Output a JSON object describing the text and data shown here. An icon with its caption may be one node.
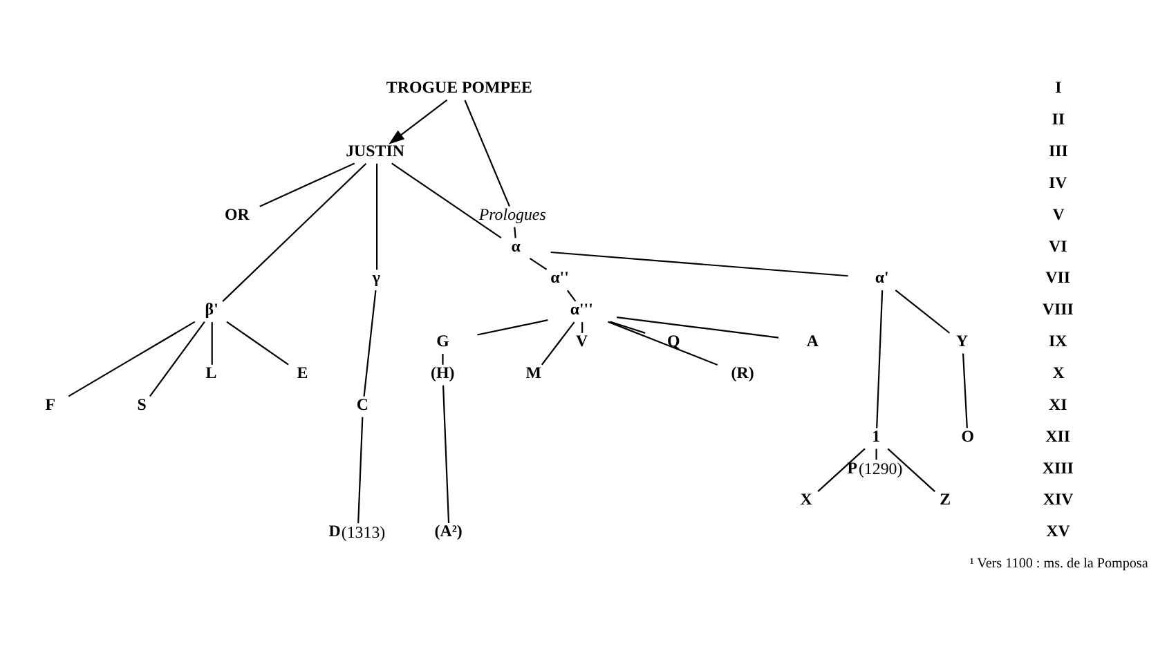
{
  "diagram": {
    "nodes": [
      {
        "text": [
          "TROGUE POMPEE"
        ]
      },
      {
        "text": [
          "JUSTIN"
        ]
      },
      {
        "text": [
          "Prologues"
        ]
      },
      {
        "text": [
          "α"
        ]
      },
      {
        "text": [
          "OR"
        ]
      },
      {
        "text": [
          "α''"
        ]
      },
      {
        "text": [
          "α'"
        ]
      },
      {
        "text": [
          "β'"
        ]
      },
      {
        "text": [
          "γ"
        ]
      },
      {
        "text": [
          "α'''"
        ]
      },
      {
        "text": [
          "A"
        ]
      },
      {
        "text": [
          "G"
        ]
      },
      {
        "text": [
          "M"
        ]
      },
      {
        "text": [
          "(H)"
        ]
      },
      {
        "text": [
          "(A²)"
        ]
      },
      {
        "text": [
          "V"
        ]
      },
      {
        "text": [
          "Q"
        ]
      },
      {
        "text": [
          "(R)"
        ]
      },
      {
        "text": [
          "Y"
        ]
      },
      {
        "text": [
          "O"
        ]
      },
      {
        "text": [
          "1"
        ]
      },
      {
        "text": [
          "P"
        ],
        "beside": [
          "(1290)"
        ]
      },
      {
        "text": [
          "Z"
        ]
      },
      {
        "text": [
          "X"
        ]
      },
      {
        "text": [
          "E"
        ]
      },
      {
        "text": [
          "F"
        ]
      },
      {
        "text": [
          "S"
        ]
      },
      {
        "text": [
          "L"
        ]
      },
      {
        "text": [
          "C"
        ]
      },
      {
        "text": [
          "D"
        ],
        "beside": [
          "(1313)"
        ]
      }
    ],
    "edges": [
      {
        "from": 0,
        "to": 1,
        "arrow": "to"
      },
      {
        "from": 0,
        "to": 2,
        "arrow": "none"
      },
      {
        "from": 1,
        "to": 3,
        "arrow": "none"
      },
      {
        "from": 1,
        "to": 4,
        "arrow": "none"
      },
      {
        "from": 1,
        "to": 7,
        "arrow": "none"
      },
      {
        "from": 1,
        "to": 8,
        "arrow": "none"
      },
      {
        "from": 2,
        "to": 3,
        "arrow": "none"
      },
      {
        "from": 3,
        "to": 5,
        "arrow": "none"
      },
      {
        "from": 3,
        "to": 6,
        "arrow": "none"
      },
      {
        "from": 5,
        "to": 9,
        "arrow": "none"
      },
      {
        "from": 9,
        "to": 10,
        "arrow": "none"
      },
      {
        "from": 9,
        "to": 11,
        "arrow": "none"
      },
      {
        "from": 9,
        "to": 12,
        "arrow": "none"
      },
      {
        "from": 11,
        "to": 13,
        "arrow": "none"
      },
      {
        "from": 13,
        "to": 14,
        "arrow": "none"
      },
      {
        "from": 9,
        "to": 15,
        "arrow": "none"
      },
      {
        "from": 9,
        "to": 16,
        "arrow": "none"
      },
      {
        "from": 9,
        "to": 17,
        "arrow": "none"
      },
      {
        "from": 6,
        "to": 18,
        "arrow": "none"
      },
      {
        "from": 18,
        "to": 19,
        "arrow": "none"
      },
      {
        "from": 6,
        "to": 20,
        "arrow": "none"
      },
      {
        "from": 20,
        "to": 21,
        "arrow": "none"
      },
      {
        "from": 20,
        "to": 22,
        "arrow": "none"
      },
      {
        "from": 20,
        "to": 23,
        "arrow": "none"
      },
      {
        "from": 7,
        "to": 24,
        "arrow": "none"
      },
      {
        "from": 7,
        "to": 25,
        "arrow": "none"
      },
      {
        "from": 7,
        "to": 26,
        "arrow": "none"
      },
      {
        "from": 7,
        "to": 27,
        "arrow": "none"
      },
      {
        "from": 8,
        "to": 28,
        "arrow": "none"
      },
      {
        "from": 28,
        "to": 29,
        "arrow": "none"
      }
    ],
    "labels": [
      "I",
      "II",
      "III",
      "IV",
      "V",
      "VI",
      "VII",
      "VIII",
      "IX",
      "X",
      "XI",
      "XII",
      "XIII",
      "XIV",
      "XV",
      "¹ Vers 1100 : ms. de la Pomposa"
    ]
  }
}
